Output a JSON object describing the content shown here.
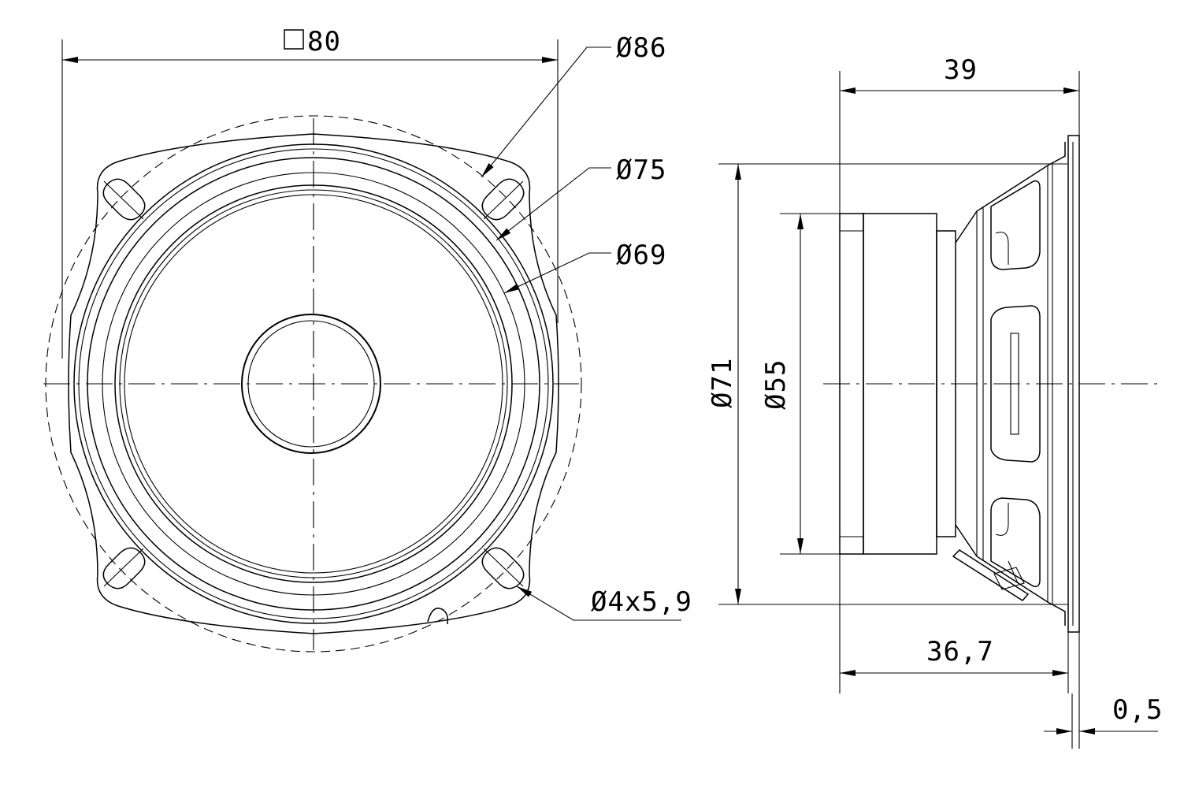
{
  "front_view": {
    "dimensions": {
      "square": "80",
      "outer_diameter": "Ø86",
      "diameter_75": "Ø75",
      "diameter_69": "Ø69",
      "mounting_hole": "Ø4x5,9"
    }
  },
  "side_view": {
    "dimensions": {
      "depth_total": "39",
      "diameter_71": "Ø71",
      "diameter_55": "Ø55",
      "depth_rear": "36,7",
      "flange_thickness": "0,5"
    }
  }
}
